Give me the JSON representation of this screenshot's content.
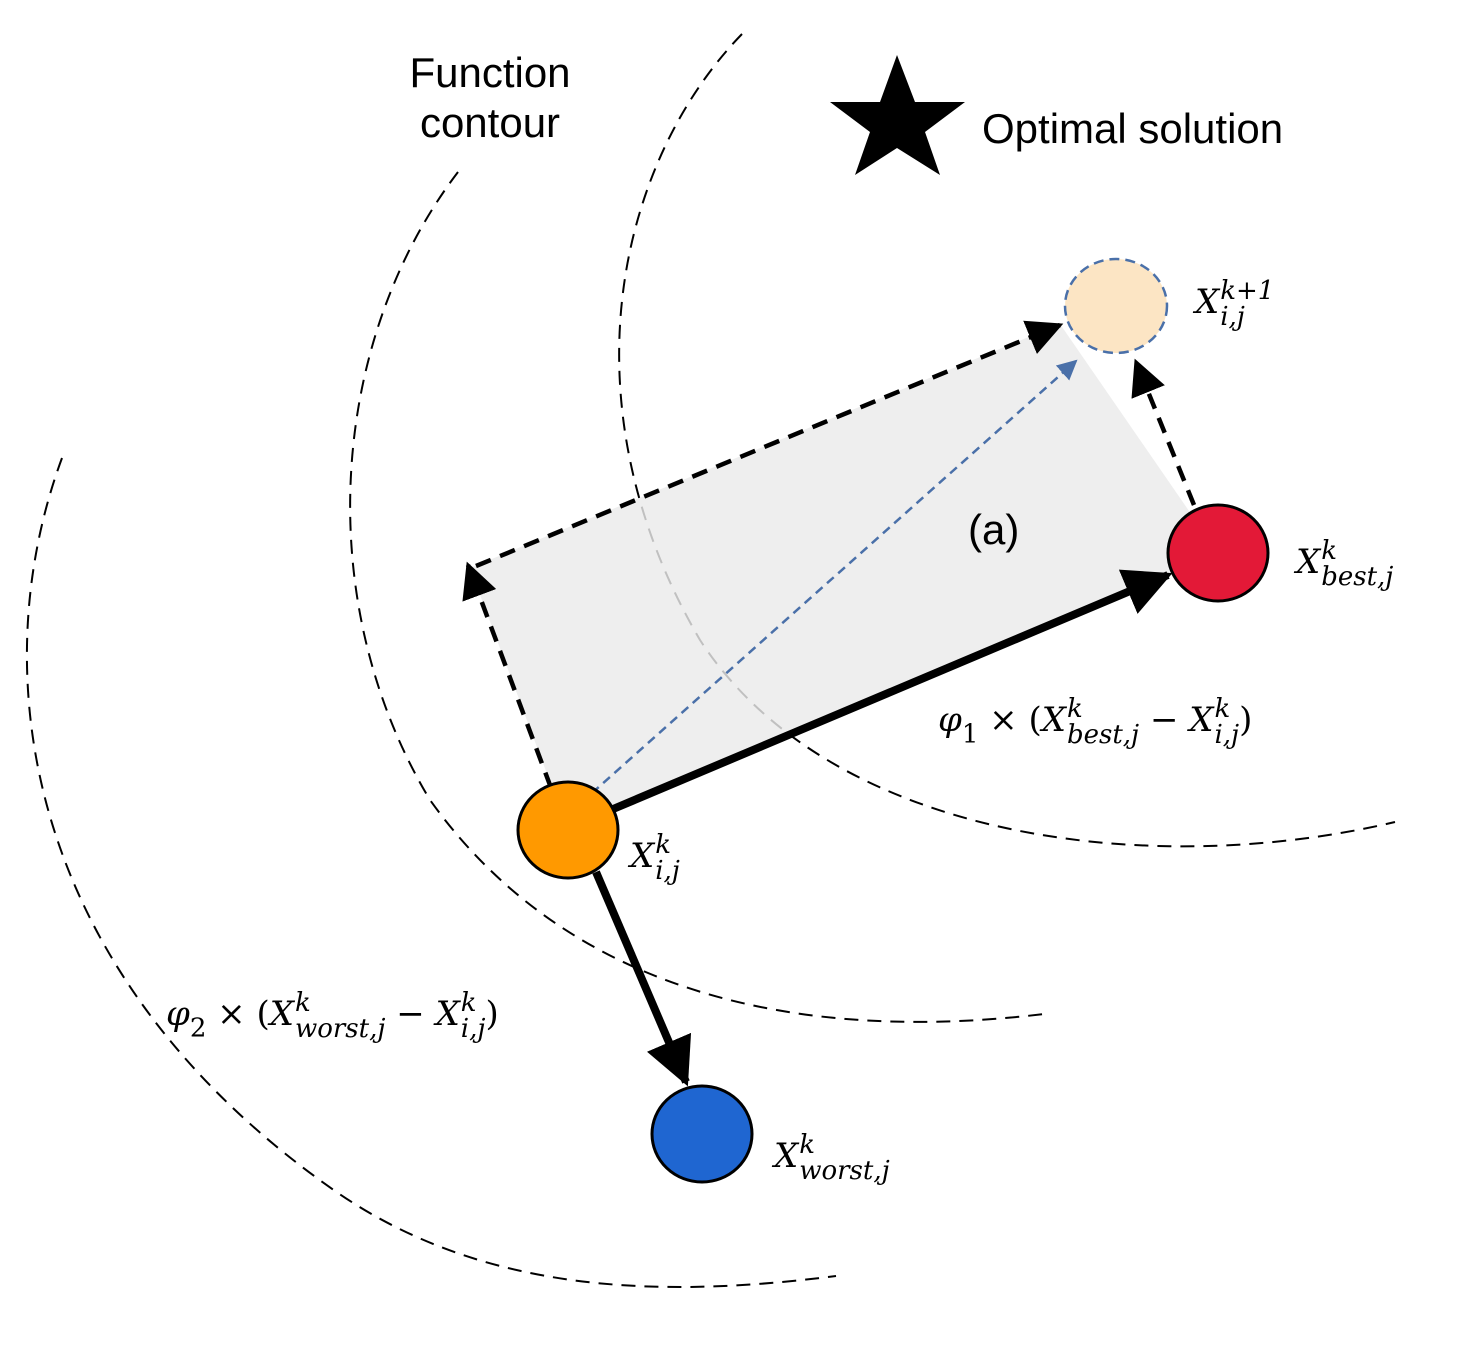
{
  "labels": {
    "contour_line1": "Function",
    "contour_line2": "contour",
    "optimal": "Optimal solution",
    "region": "(a)"
  },
  "nodes": {
    "current": {
      "symbol": "X",
      "sup": "k",
      "sub": "i,j",
      "color": "#FF9900"
    },
    "best": {
      "symbol": "X",
      "sup": "k",
      "sub": "best,j",
      "color": "#E31937"
    },
    "worst": {
      "symbol": "X",
      "sup": "k",
      "sub": "worst,j",
      "color": "#1F66D1"
    },
    "next": {
      "symbol": "X",
      "sup": "k+1",
      "sub": "i,j",
      "color": "#FBE0BA"
    }
  },
  "formulas": {
    "phi1": {
      "coef": "φ",
      "coef_sub": "1",
      "times": "×",
      "open": "(",
      "a_sup": "k",
      "a_sub": "best,j",
      "minus": "−",
      "b_sup": "k",
      "b_sub": "i,j",
      "close": ")"
    },
    "phi2": {
      "coef": "φ",
      "coef_sub": "2",
      "times": "×",
      "open": "(",
      "a_sup": "k",
      "a_sub": "worst,j",
      "minus": "−",
      "b_sup": "k",
      "b_sub": "i,j",
      "close": ")"
    }
  },
  "colors": {
    "region_fill": "#EAEAEA",
    "resultant_arrow": "#4A70A9",
    "next_outline": "#4A70A9"
  }
}
